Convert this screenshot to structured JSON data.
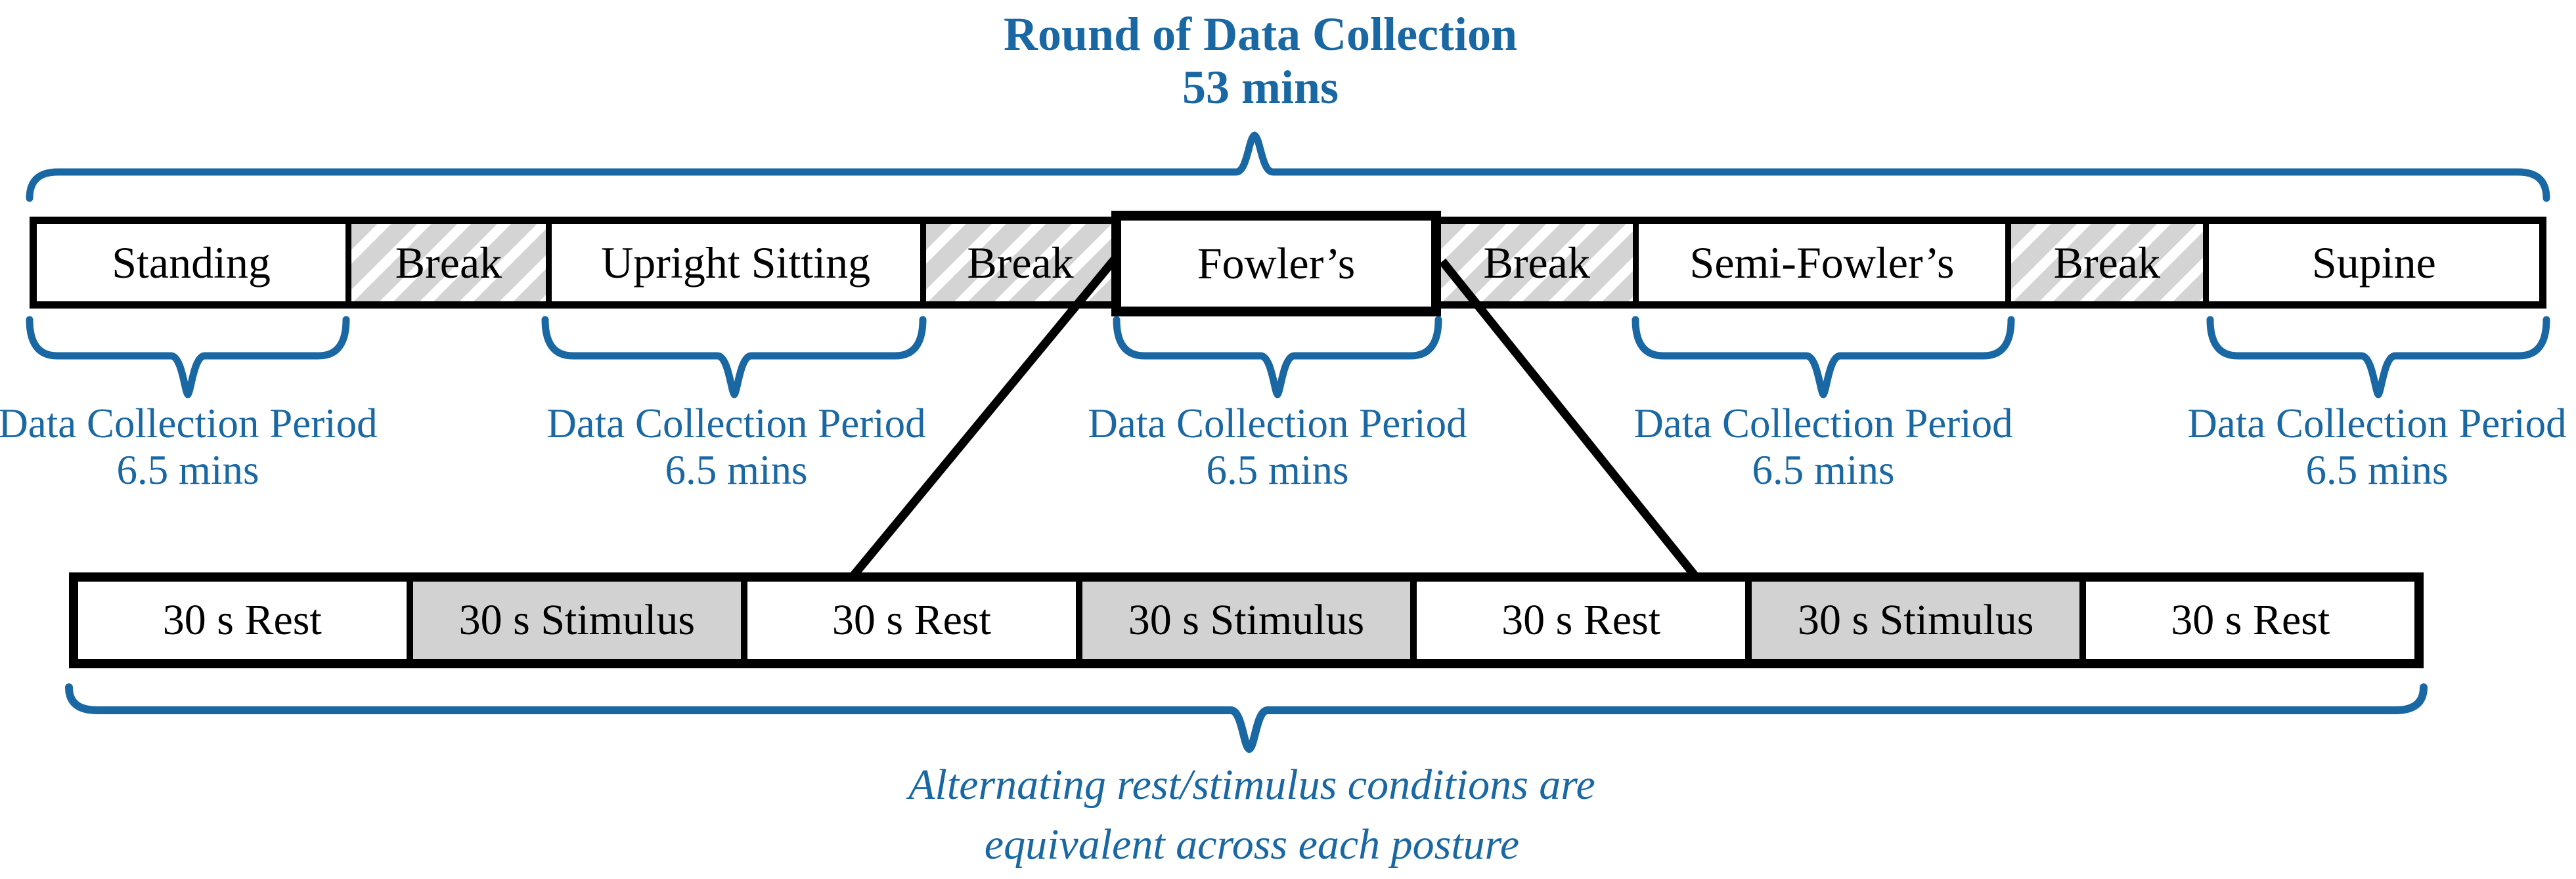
{
  "colors": {
    "accent_blue": "#1A68A3",
    "stimulus_gray": "#D2D2D2",
    "hatch_gray": "#D4D4D4",
    "line_black": "#000000",
    "background": "#FFFFFF"
  },
  "title": {
    "line1": "Round of Data Collection",
    "line2": "53 mins"
  },
  "posture_bar": {
    "segments": [
      {
        "label": "Standing",
        "type": "posture"
      },
      {
        "label": "Break",
        "type": "break"
      },
      {
        "label": "Upright Sitting",
        "type": "posture"
      },
      {
        "label": "Break",
        "type": "break"
      },
      {
        "label": "Fowler’s",
        "type": "posture",
        "highlighted": true
      },
      {
        "label": "Break",
        "type": "break"
      },
      {
        "label": "Semi-Fowler’s",
        "type": "posture"
      },
      {
        "label": "Break",
        "type": "break"
      },
      {
        "label": "Supine",
        "type": "posture"
      }
    ]
  },
  "data_collection_labels": [
    {
      "line1": "Data Collection Period",
      "line2": "6.5 mins"
    },
    {
      "line1": "Data Collection Period",
      "line2": "6.5 mins"
    },
    {
      "line1": "Data Collection Period",
      "line2": "6.5 mins"
    },
    {
      "line1": "Data Collection Period",
      "line2": "6.5 mins"
    },
    {
      "line1": "Data Collection Period",
      "line2": "6.5 mins"
    }
  ],
  "stimulus_bar": {
    "segments": [
      {
        "label": "30 s Rest",
        "type": "rest"
      },
      {
        "label": "30 s Stimulus",
        "type": "stimulus"
      },
      {
        "label": "30 s Rest",
        "type": "rest"
      },
      {
        "label": "30 s Stimulus",
        "type": "stimulus"
      },
      {
        "label": "30 s Rest",
        "type": "rest"
      },
      {
        "label": "30 s Stimulus",
        "type": "stimulus"
      },
      {
        "label": "30 s Rest",
        "type": "rest"
      }
    ]
  },
  "footnote": {
    "line1": "Alternating rest/stimulus conditions are",
    "line2": "equivalent across each posture"
  }
}
